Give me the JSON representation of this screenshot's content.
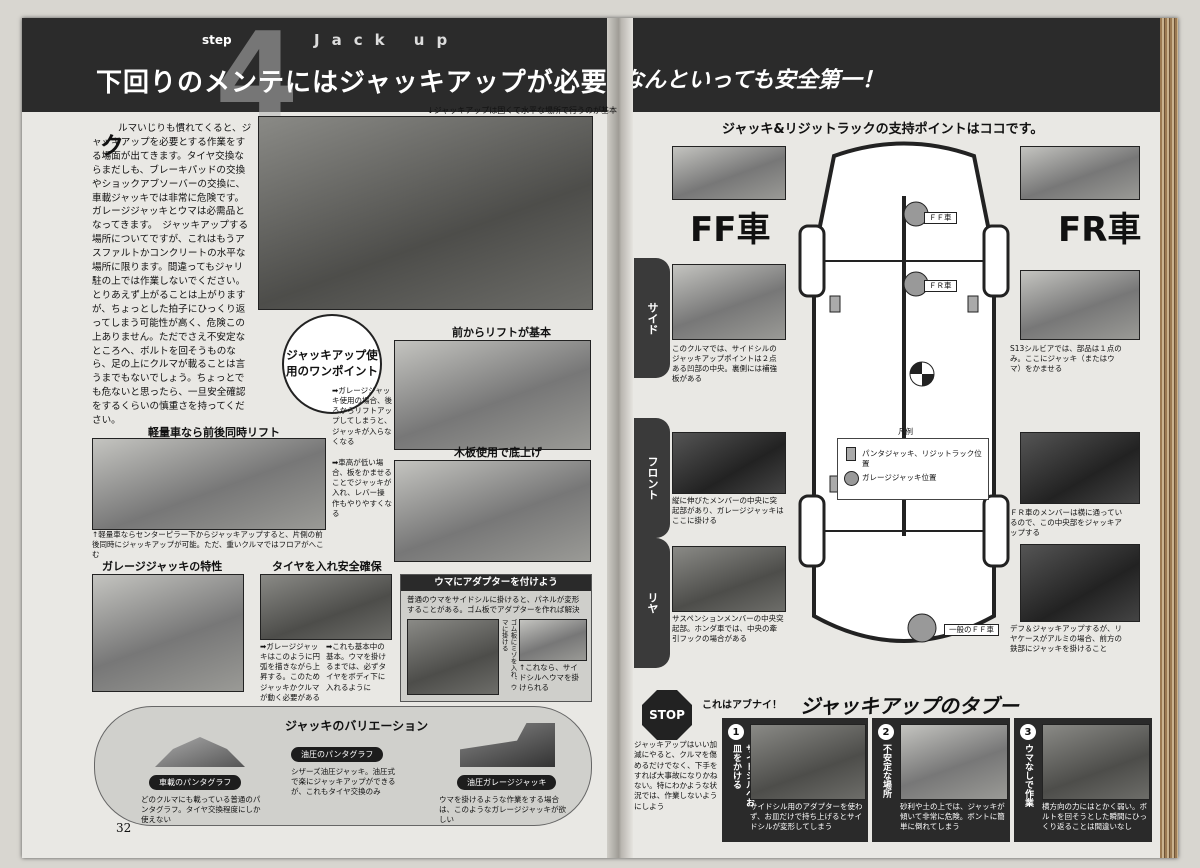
{
  "left": {
    "step": "step",
    "step_num": "4",
    "jack": "Jack up",
    "title": "下回りのメンテにはジャッキアップが必要。",
    "photo_caption_top": "↓ジャッキアップは固くて水平な場所で行うのが基本",
    "lead_initial": "ク",
    "body": "ルマいじりも慣れてくると、ジャッキアップを必要とする作業をする場面が出てきます。タイヤ交換ならまだしも、ブレーキパッドの交換やショックアブソーバーの交換に、車載ジャッキでは非常に危険です。ガレージジャッキとウマは必需品となってきます。　ジャッキアップする場所についてですが、これはもうアスファルトかコンクリートの水平な場所に限ります。間違ってもジャリ駐の上では作業しないでください。とりあえず上がることは上がりますが、ちょっとした拍子にひっくり返ってしまう可能性が高く、危険この上ありません。ただでさえ不安定なところへ、ボルトを回そうものなら、足の上にクルマが載ることは言うまでもないでしょう。ちょっとでも危ないと思ったら、一旦安全確認をするくらいの慎重さを持ってください。",
    "bubble": "ジャッキアップ使用のワンポイント",
    "h_front": "前からリフトが基本",
    "cap_front": "➡ガレージジャッキ使用の場合、後ろからリフトアップしてしまうと、ジャッキが入らなくなる",
    "h_kei": "軽量車なら前後同時リフト",
    "cap_kei": "↑軽量車ならセンターピラー下からジャッキアップすると、片側の前後同時にジャッキアップが可能。ただ、重いクルマではフロアがへこむ",
    "h_board": "木板使用で底上げ",
    "cap_board": "➡車高が低い場合、板をかませることでジャッキが入れ、レバー操作もやりやすくなる",
    "h_garage": "ガレージジャッキの特性",
    "h_tire": "タイヤを入れ安全確保",
    "cap_tire1": "➡ガレージジャッキはこのように円弧を描きながら上昇する。このためジャッキかクルマが動く必要がある",
    "cap_tire2": "➡これも基本中の基本。ウマを掛けるまでは、必ずタイヤをボディ下に入れるように",
    "h_adapter": "ウマにアダプターを付けよう",
    "cap_adapter": "普通のウマをサイドシルに掛けると、パネルが変形することがある。ゴム板でアダプターを作れば解決",
    "cap_adapter2": "↑これなら、サイドシルへウマを掛けられる",
    "cap_adapter3": "ゴム板にミゾを入れ、ウマに掛ける",
    "h_variation": "ジャッキのバリエーション",
    "pill1": "車載のパンタグラフ",
    "cap_v1": "どのクルマにも載っている普通のパンタグラフ。タイヤ交換程度にしか使えない",
    "pill2": "油圧のパンタグラフ",
    "cap_v2": "シザーズ油圧ジャッキ。油圧式で楽にジャッキアップができるが、これもタイヤ交換のみ",
    "pill3": "油圧ガレージジャッキ",
    "cap_v3": "ウマを掛けるような作業をする場合は、このようなガレージジャッキが欲しい",
    "page_num": "32"
  },
  "right": {
    "title": "なんといっても安全第一！",
    "subtitle": "ジャッキ&リジットラックの支持ポイントはココです。",
    "ff": "FF車",
    "fr": "FR車",
    "tab_side": "サイド",
    "tab_front": "フロント",
    "tab_rear": "リヤ",
    "cap_ff_side": "このクルマでは、サイドシルのジャッキアップポイントは２点ある凹部の中央。裏側には補強板がある",
    "cap_ff_front": "縦に伸びたメンバーの中央に突起部があり、ガレージジャッキはここに掛ける",
    "cap_ff_rear": "サスペンションメンバーの中央突起部。ホンダ車では、中央の牽引フックの場合がある",
    "cap_fr_side": "S13シルビアでは、部品は１点のみ。ここにジャッキ（またはウマ）をかませる",
    "cap_fr_front": "ＦＲ車のメンバーは横に通っているので、この中央部をジャッキアップする",
    "cap_fr_rear": "デフ＆ジャッキアップするが、リヤケースがアルミの場合、前方の鉄部にジャッキを掛けること",
    "mark_ff": "ＦＦ車",
    "mark_fr": "ＦＲ車",
    "mark_ipan": "一般のＦＦ車",
    "legend_title": "凡例",
    "legend1": "パンタジャッキ、リジットラック位置",
    "legend2": "ガレージジャッキ位置",
    "stop": "STOP",
    "taboo_small": "これはアブナイ！",
    "taboo_big": "ジャッキアップのタブー",
    "taboo_intro": "ジャッキアップはいい加減にやると、クルマを傷めるだけでなく、下手をすれば大事故になりかねない。特にわかような状況では、作業しないようにしよう",
    "t1": "サイドシルへお皿をかける",
    "t1_cap": "サイドシル用のアダプターを使わず、お皿だけで持ち上げるとサイドシルが変形してしまう",
    "t2": "不安定な場所",
    "t2_cap": "砂利や土の上では、ジャッキが傾いて非常に危険。ボントに簡単に倒れてしまう",
    "t3": "ウマなしで作業",
    "t3_cap": "横方向の力にはとかく弱い。ボルトを回そうとした瞬間にひっくり返ることは間違いなし",
    "n1": "1",
    "n2": "2",
    "n3": "3"
  }
}
